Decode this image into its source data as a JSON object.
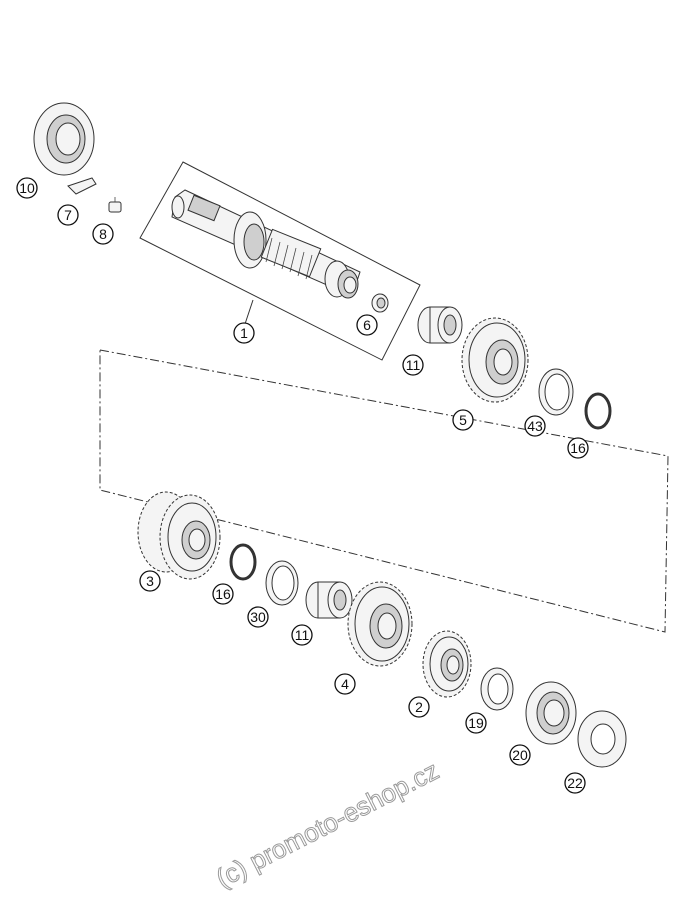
{
  "diagram": {
    "callouts": [
      "1",
      "2",
      "3",
      "4",
      "5",
      "6",
      "7",
      "8",
      "10",
      "11",
      "11",
      "16",
      "16",
      "19",
      "20",
      "22",
      "30",
      "43"
    ],
    "watermark": "(c) promoto-eshop.cz"
  }
}
